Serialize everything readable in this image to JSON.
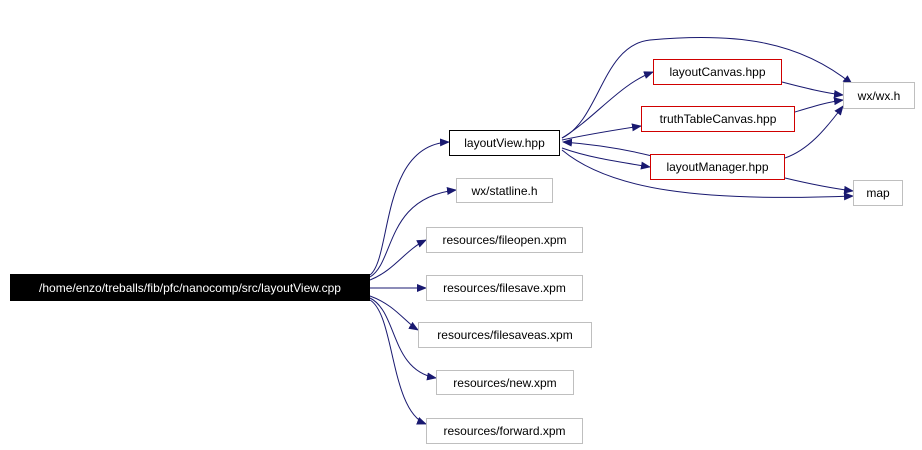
{
  "colors": {
    "edge": "#191970",
    "root_fill": "#000000",
    "root_text": "#ffffff",
    "local_border": "#d00000",
    "external_border": "#bfbfbf"
  },
  "nodes": {
    "root": "/home/enzo/treballs/fib/pfc/nanocomp/src/layoutView.cpp",
    "layout_view_hpp": "layoutView.hpp",
    "wx_statline": "wx/statline.h",
    "fileopen": "resources/fileopen.xpm",
    "filesave": "resources/filesave.xpm",
    "filesaveas": "resources/filesaveas.xpm",
    "new": "resources/new.xpm",
    "forward": "resources/forward.xpm",
    "layout_canvas": "layoutCanvas.hpp",
    "truth_table_canvas": "truthTableCanvas.hpp",
    "layout_manager": "layoutManager.hpp",
    "wx_wx": "wx/wx.h",
    "map": "map"
  }
}
